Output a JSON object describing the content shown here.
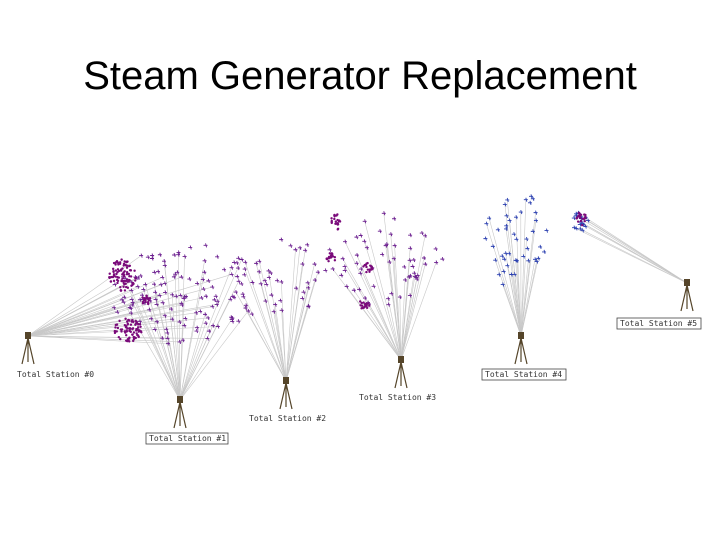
{
  "slide": {
    "title": "Steam Generator Replacement"
  },
  "diagram": {
    "colors": {
      "sight_line": "#c8c8c8",
      "target_dense": "#7a0a7a",
      "target_sparse_a": "#6b1e8f",
      "target_sparse_b": "#2a3fb0",
      "instrument": "#55452a"
    },
    "stations": [
      {
        "id": "st0",
        "label": "Total Station #0",
        "boxed": false
      },
      {
        "id": "st1",
        "label": "Total Station #1",
        "boxed": true
      },
      {
        "id": "st2",
        "label": "Total Station #2",
        "boxed": false
      },
      {
        "id": "st3",
        "label": "Total Station #3",
        "boxed": false
      },
      {
        "id": "st4",
        "label": "Total Station #4",
        "boxed": true
      },
      {
        "id": "st5",
        "label": "Total Station #5",
        "boxed": true
      }
    ]
  }
}
